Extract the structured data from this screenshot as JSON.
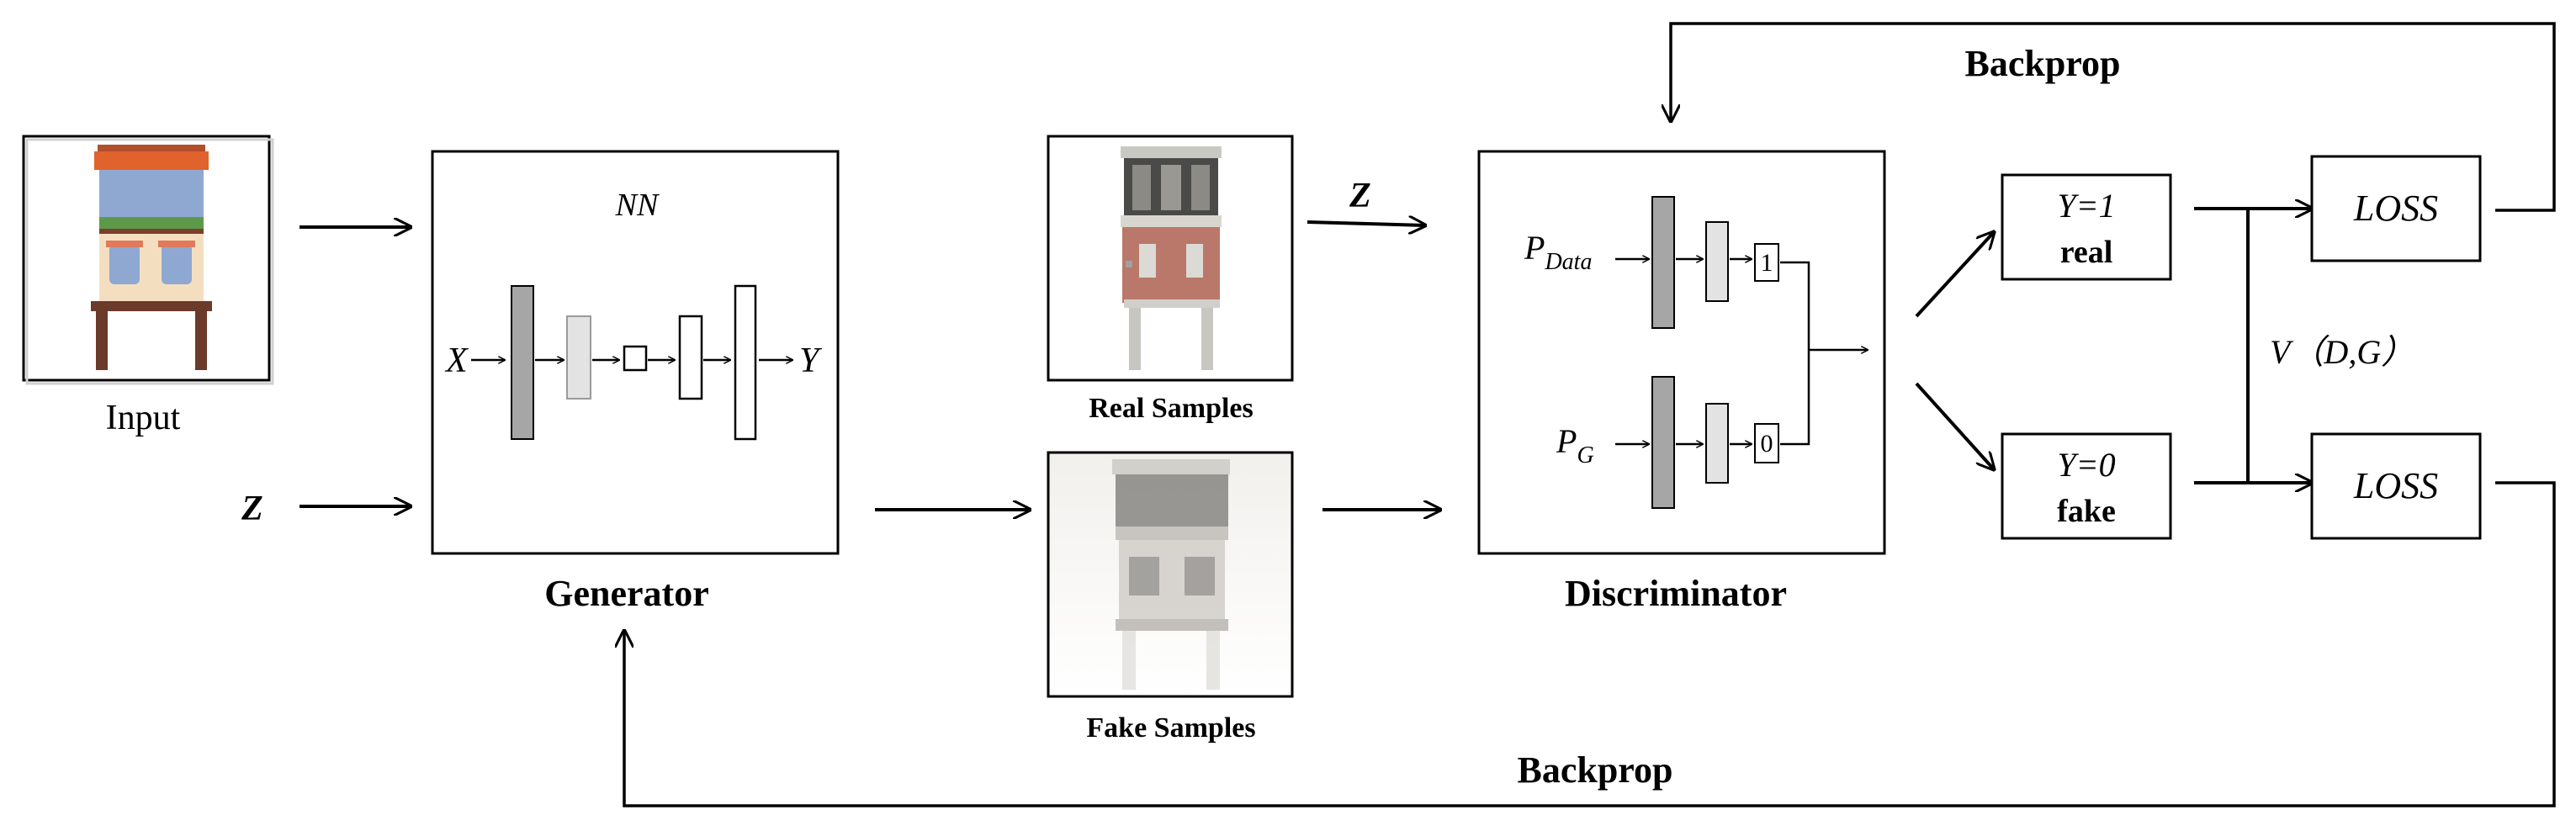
{
  "input": {
    "label": "Input"
  },
  "generator": {
    "title": "Generator",
    "nn_label": "NN",
    "x_label": "X",
    "y_label": "Y"
  },
  "noise": {
    "z_label": "Z"
  },
  "samples": {
    "real_label": "Real Samples",
    "fake_label": "Fake Samples"
  },
  "discriminator": {
    "title": "Discriminator",
    "p_data_main": "P",
    "p_data_sub": "Data",
    "p_g_main": "P",
    "p_g_sub": "G",
    "out_real": "1",
    "out_fake": "0"
  },
  "outputs": {
    "real_eq": "Y=1",
    "real_word": "real",
    "fake_eq": "Y=0",
    "fake_word": "fake"
  },
  "loss": {
    "label": "LOSS",
    "value_fn": "V（D,G）"
  },
  "backprop": {
    "top": "Backprop",
    "bottom": "Backprop"
  },
  "colors": {
    "line": "#000000",
    "layer_dark": "#a6a6a6",
    "layer_light": "#e3e3e3",
    "facade_roof": "#e0622c",
    "facade_window": "#8fa8d2",
    "facade_band": "#5c9a4a",
    "facade_wall": "#f3dfc0",
    "facade_post": "#6b3a2a",
    "facade_frame": "#7a3f2c"
  }
}
